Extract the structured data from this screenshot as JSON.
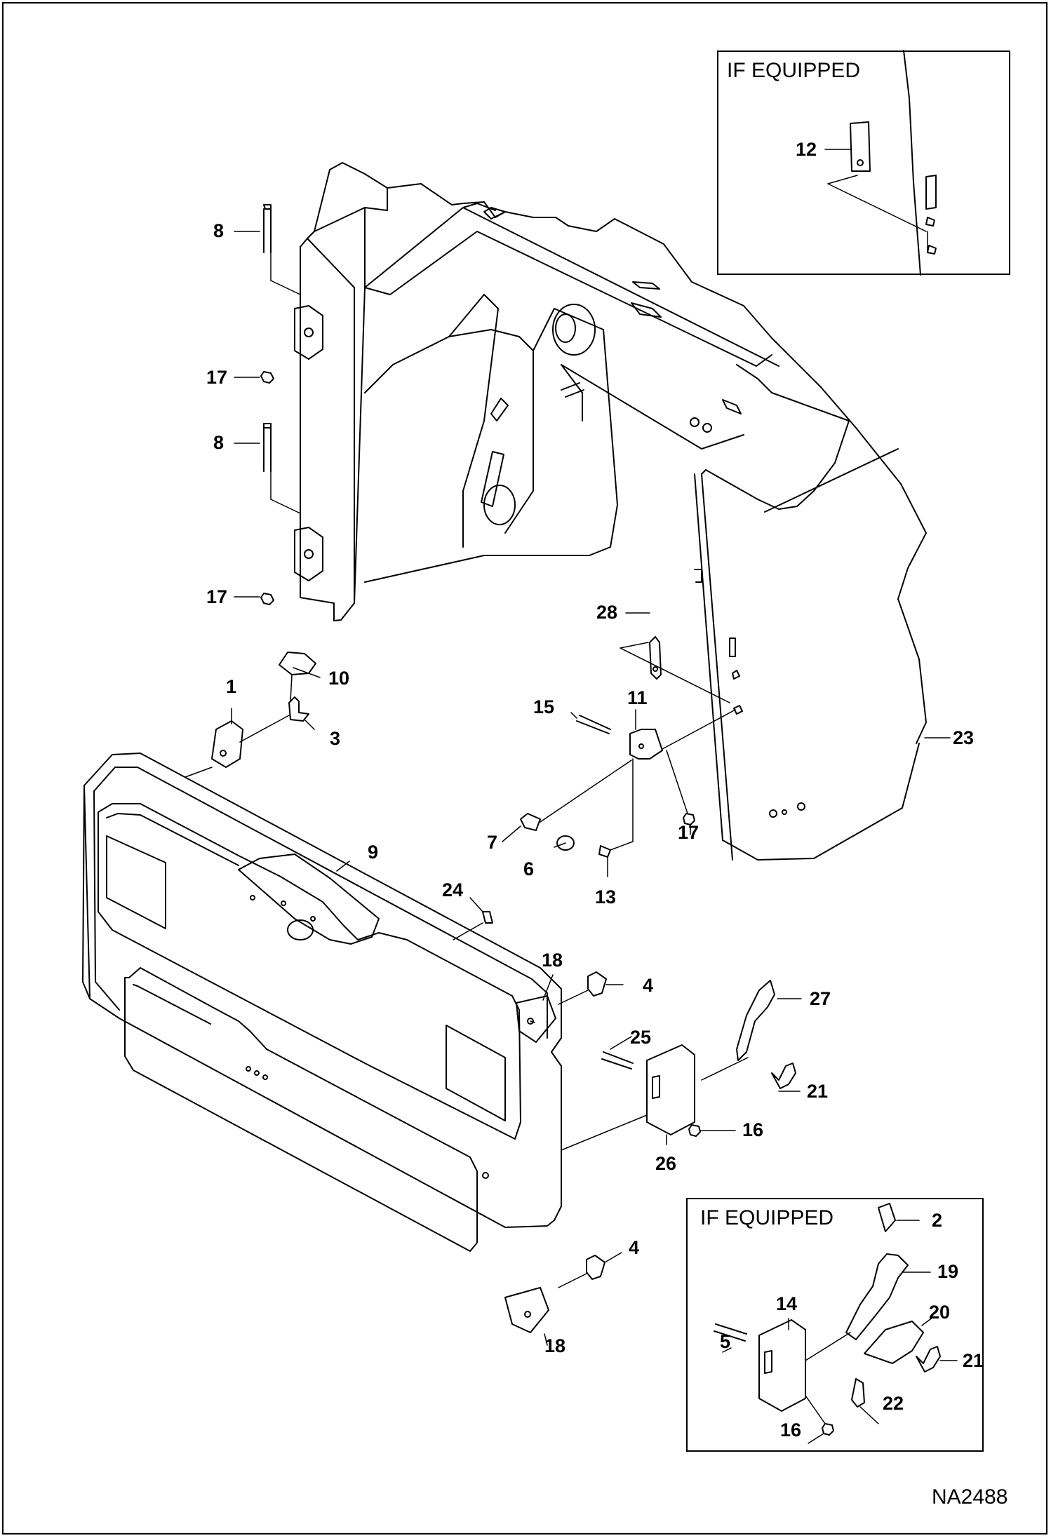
{
  "drawing_number": "NA2488",
  "insets": [
    {
      "title": "IF EQUIPPED"
    },
    {
      "title": "IF EQUIPPED"
    }
  ],
  "callouts": [
    {
      "id": "c8a",
      "text": "8"
    },
    {
      "id": "c17a",
      "text": "17"
    },
    {
      "id": "c8b",
      "text": "8"
    },
    {
      "id": "c17b",
      "text": "17"
    },
    {
      "id": "c12",
      "text": "12"
    },
    {
      "id": "c28",
      "text": "28"
    },
    {
      "id": "c10",
      "text": "10"
    },
    {
      "id": "c1",
      "text": "1"
    },
    {
      "id": "c3",
      "text": "3"
    },
    {
      "id": "c15",
      "text": "15"
    },
    {
      "id": "c11",
      "text": "11"
    },
    {
      "id": "c23",
      "text": "23"
    },
    {
      "id": "c7",
      "text": "7"
    },
    {
      "id": "c6",
      "text": "6"
    },
    {
      "id": "c17c",
      "text": "17"
    },
    {
      "id": "c13",
      "text": "13"
    },
    {
      "id": "c9",
      "text": "9"
    },
    {
      "id": "c24",
      "text": "24"
    },
    {
      "id": "c18a",
      "text": "18"
    },
    {
      "id": "c4a",
      "text": "4"
    },
    {
      "id": "c27",
      "text": "27"
    },
    {
      "id": "c25",
      "text": "25"
    },
    {
      "id": "c21a",
      "text": "21"
    },
    {
      "id": "c16a",
      "text": "16"
    },
    {
      "id": "c26",
      "text": "26"
    },
    {
      "id": "c4b",
      "text": "4"
    },
    {
      "id": "c18b",
      "text": "18"
    },
    {
      "id": "c2",
      "text": "2"
    },
    {
      "id": "c19",
      "text": "19"
    },
    {
      "id": "c14",
      "text": "14"
    },
    {
      "id": "c20",
      "text": "20"
    },
    {
      "id": "c5",
      "text": "5"
    },
    {
      "id": "c21b",
      "text": "21"
    },
    {
      "id": "c22",
      "text": "22"
    },
    {
      "id": "c16b",
      "text": "16"
    }
  ]
}
